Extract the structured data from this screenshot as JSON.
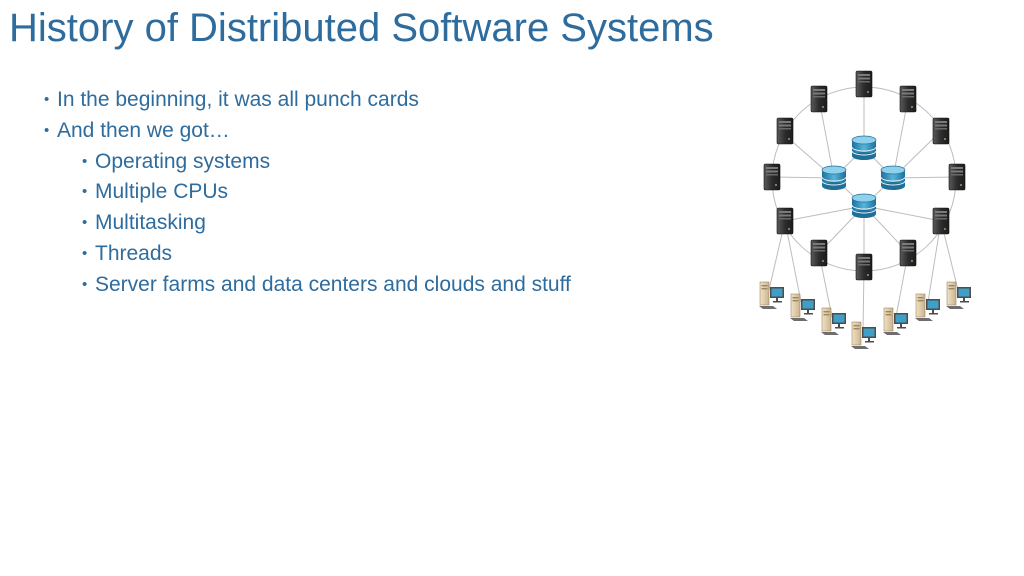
{
  "slide": {
    "title": "History of Distributed Software Systems",
    "bullets": [
      {
        "text": "In the beginning, it was all punch cards",
        "level": 1
      },
      {
        "text": "And then we got…",
        "level": 1
      },
      {
        "text": "Operating systems",
        "level": 2
      },
      {
        "text": "Multiple CPUs",
        "level": 2
      },
      {
        "text": "Multitasking",
        "level": 2
      },
      {
        "text": "Threads",
        "level": 2
      },
      {
        "text": "Server farms and data centers and clouds and stuff",
        "level": 2
      }
    ]
  },
  "diagram": {
    "icons": [
      "server-tower-icon",
      "database-cylinder-icon",
      "desktop-computer-icon"
    ],
    "colors": {
      "text": "#2e6c9e",
      "server": "#3a3a3a",
      "database": "#2f8fc0",
      "monitor_screen": "#3ea0c8",
      "link_line": "#bdbdbd"
    }
  }
}
